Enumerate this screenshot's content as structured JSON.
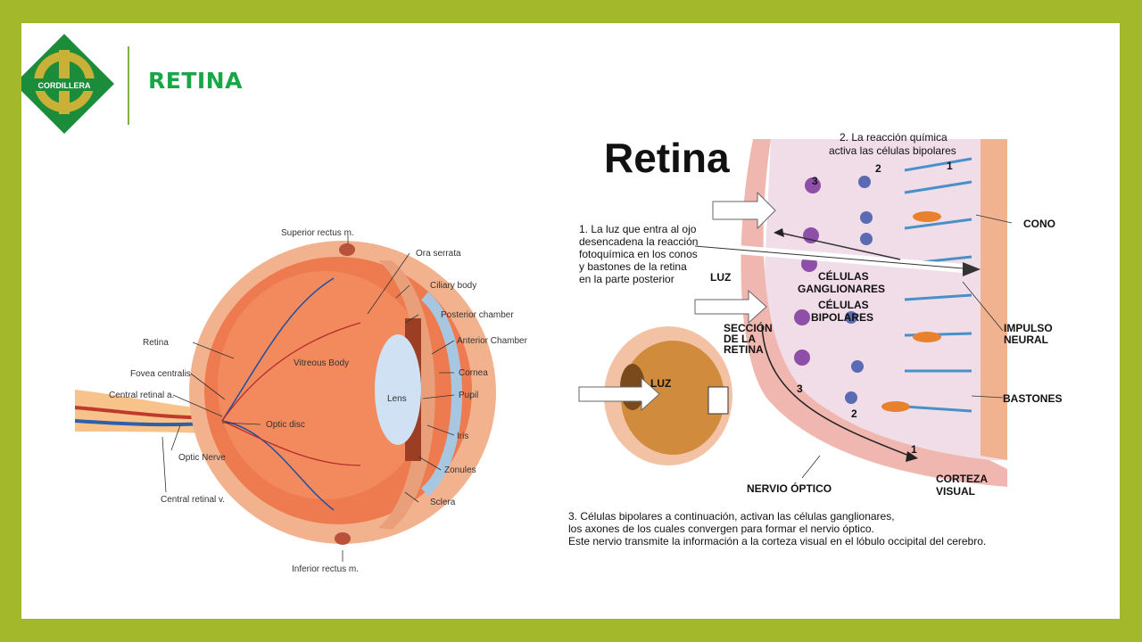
{
  "slide": {
    "title": "RETINA"
  },
  "logo": {
    "text": "CORDILLERA",
    "colors": {
      "green": "#1b8d3a",
      "gold": "#c9b037"
    }
  },
  "colors": {
    "border": "#a3b82a",
    "accent": "#17a744"
  },
  "left_diagram": {
    "labels": {
      "superior_rectus": "Superior rectus m.",
      "ora_serrata": "Ora serrata",
      "ciliary_body": "Ciliary body",
      "posterior_chamber": "Posterior chamber",
      "anterior_chamber": "Anterior Chamber",
      "cornea": "Cornea",
      "pupil": "Pupil",
      "iris": "Iris",
      "zonules": "Zonules",
      "sclera": "Sclera",
      "inferior_rectus": "Inferior rectus m.",
      "retina": "Retina",
      "fovea_centralis": "Fovea centralis",
      "central_retinal_a": "Central retinal a.",
      "optic_disc": "Optic disc",
      "optic_nerve": "Optic Nerve",
      "central_retinal_v": "Central retinal v.",
      "vitreous_body": "Vitreous Body",
      "lens": "Lens"
    }
  },
  "right_diagram": {
    "heading": "Retina",
    "step2": [
      "2. La reacción química",
      "activa las células bipolares"
    ],
    "step1": [
      "1. La luz que entra al ojo",
      "desencadena la reacción",
      "fotoquímica en los conos",
      "y bastones de la retina",
      "en la parte posterior"
    ],
    "step3": [
      "3. Células bipolares a continuación, activan las células ganglionares,",
      "los axones de los cuales convergen para formar el nervio óptico.",
      "Este nervio transmite la información a la corteza visual en el lóbulo occipital del cerebro."
    ],
    "labels": {
      "cono": "CONO",
      "impulso": [
        "IMPULSO",
        "NEURAL"
      ],
      "bastones": "BASTONES",
      "corteza": [
        "CORTEZA",
        "VISUAL"
      ],
      "nervio": "NERVIO ÓPTICO",
      "luz_top": "LUZ",
      "luz_bottom": "LUZ",
      "ganglionares": [
        "CÉLULAS",
        "GANGLIONARES"
      ],
      "bipolares": [
        "CÉLULAS",
        "BIPOLARES"
      ],
      "seccion": [
        "SECCIÓN",
        "DE LA",
        "RETINA"
      ],
      "num1": "1",
      "num2": "2",
      "num3": "3"
    }
  }
}
